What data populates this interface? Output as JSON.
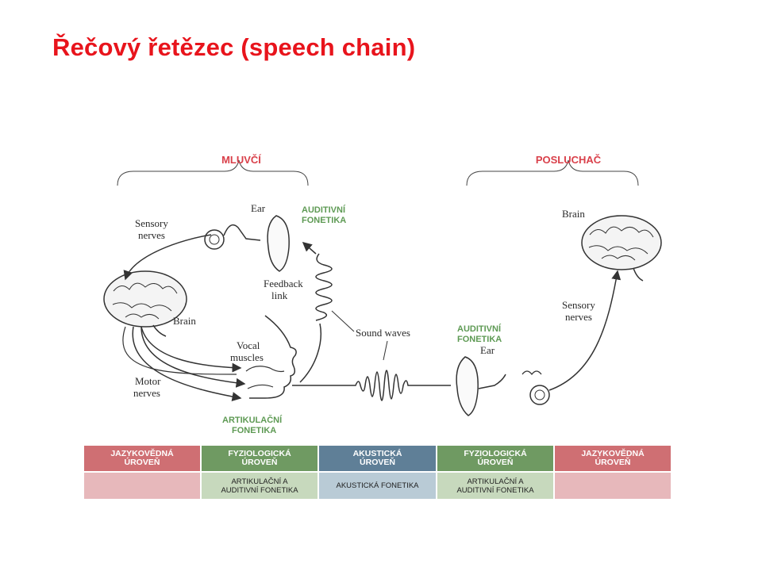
{
  "title": "Řečový řetězec (speech chain)",
  "diagram": {
    "speaker_label": "MLUVČÍ",
    "listener_label": "POSLUCHAČ",
    "labels": {
      "ear_left": "Ear",
      "sensory_left_1": "Sensory",
      "sensory_left_2": "nerves",
      "brain_left": "Brain",
      "feedback_1": "Feedback",
      "feedback_2": "link",
      "vocal_1": "Vocal",
      "vocal_2": "muscles",
      "motor_1": "Motor",
      "motor_2": "nerves",
      "sound_waves": "Sound waves",
      "ear_right": "Ear",
      "brain_right": "Brain",
      "sensory_right_1": "Sensory",
      "sensory_right_2": "nerves"
    },
    "auditory_phonetics_1": "AUDITIVNÍ",
    "auditory_phonetics_2": "FONETIKA",
    "articulatory_phonetics_1": "ARTIKULAČNÍ",
    "articulatory_phonetics_2": "FONETIKA"
  },
  "levels": {
    "headers": [
      "JAZYKOVĚDNÁ\nÚROVEŇ",
      "FYZIOLOGICKÁ\nÚROVEŇ",
      "AKUSTICKÁ\nÚROVEŇ",
      "FYZIOLOGICKÁ\nÚROVEŇ",
      "JAZYKOVĚDNÁ\nÚROVEŇ"
    ],
    "subtitles": [
      "",
      "ARTIKULAČNÍ A\nAUDITIVNÍ FONETIKA",
      "AKUSTICKÁ FONETIKA",
      "ARTIKULAČNÍ A\nAUDITIVNÍ FONETIKA",
      ""
    ],
    "colors": {
      "linguistic": "#cf6f73",
      "physiological": "#6f9a62",
      "acoustic": "#5f7f97",
      "linguistic_light": "#e7b8bb",
      "physiological_light": "#c7d9bd",
      "acoustic_light": "#b9cbd6"
    }
  }
}
